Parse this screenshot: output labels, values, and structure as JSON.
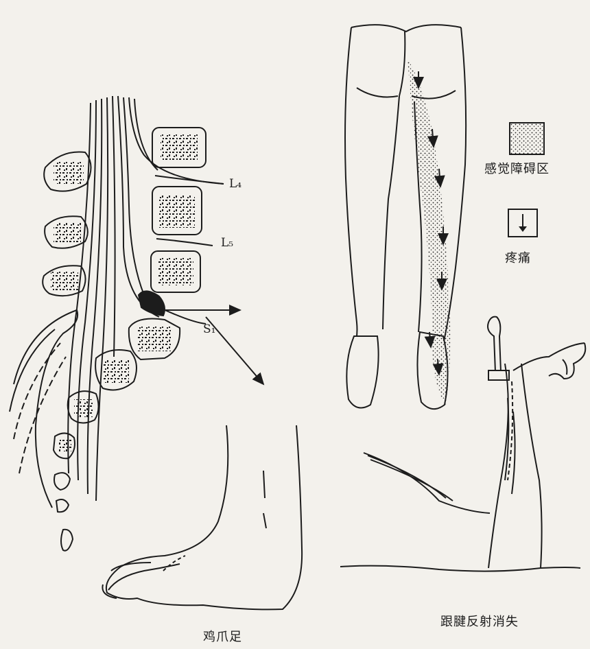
{
  "spine_labels": {
    "l4": "L₄",
    "l5": "L₅",
    "s1": "S₁"
  },
  "legend": {
    "sensory": "感觉障碍区",
    "pain": "疼痛"
  },
  "captions": {
    "claw_foot": "鸡爪足",
    "achilles": "跟腱反射消失"
  },
  "colors": {
    "ink": "#1c1c1c",
    "paper": "#f3f1ec"
  }
}
